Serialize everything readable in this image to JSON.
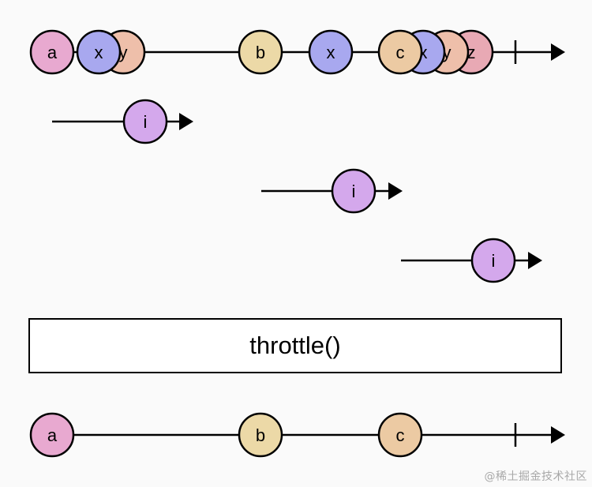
{
  "operator": {
    "label": "throttle()"
  },
  "watermark": "@稀土掘金技术社区",
  "colors": {
    "a": "#e8a9d0",
    "x": "#a8a8ef",
    "y": "#eebfaa",
    "z": "#e8a9b4",
    "b": "#ecd9a7",
    "c": "#eccaa3",
    "i": "#d4a8ec",
    "line": "#000000"
  },
  "source_stream": {
    "marbles": [
      {
        "label": "a",
        "color": "a"
      },
      {
        "label": "y",
        "color": "y"
      },
      {
        "label": "x",
        "color": "x"
      },
      {
        "label": "b",
        "color": "b"
      },
      {
        "label": "x",
        "color": "x"
      },
      {
        "label": "z",
        "color": "z"
      },
      {
        "label": "y",
        "color": "y"
      },
      {
        "label": "x",
        "color": "x"
      },
      {
        "label": "c",
        "color": "c"
      }
    ],
    "completes": true
  },
  "duration_streams": [
    {
      "marbles": [
        {
          "label": "i",
          "color": "i"
        }
      ]
    },
    {
      "marbles": [
        {
          "label": "i",
          "color": "i"
        }
      ]
    },
    {
      "marbles": [
        {
          "label": "i",
          "color": "i"
        }
      ]
    }
  ],
  "output_stream": {
    "marbles": [
      {
        "label": "a",
        "color": "a"
      },
      {
        "label": "b",
        "color": "b"
      },
      {
        "label": "c",
        "color": "c"
      }
    ],
    "completes": true
  }
}
